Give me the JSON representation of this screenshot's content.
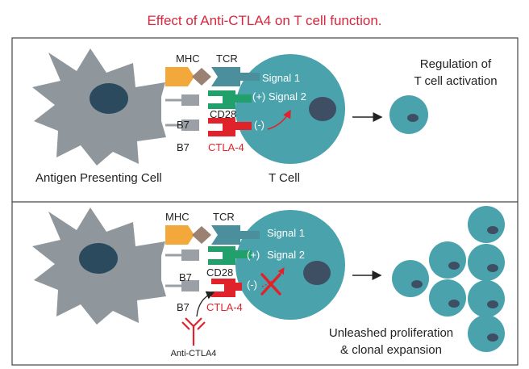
{
  "title": "Effect of Anti-CTLA4 on T cell function.",
  "labels": {
    "mhc": "MHC",
    "tcr": "TCR",
    "b7": "B7",
    "cd28": "CD28",
    "ctla4": "CTLA-4",
    "signal1": "Signal 1",
    "signal2_pos": "(+) Signal 2",
    "plus": "(+)",
    "signal2": "Signal 2",
    "minus": "(-)",
    "antigen_presenting_cell": "Antigen Presenting Cell",
    "t_cell": "T Cell",
    "regulation_line1": "Regulation of",
    "regulation_line2": "T cell activation",
    "unleashed_line1": "Unleashed proliferation",
    "unleashed_line2": "& clonal expansion",
    "anti_ctla4": "Anti-CTLA4"
  },
  "colors": {
    "title": "#d7263d",
    "apc": "#8f969c",
    "apc_nucleus": "#2b4a5e",
    "t_cell": "#4aa3ac",
    "t_cell_nucleus": "#3f4f63",
    "mhc": "#f3a83b",
    "antigen": "#9b8171",
    "tcr": "#4a8f9b",
    "cd28": "#22a06b",
    "ctla4": "#e0232b",
    "b7": "#9aa0a5"
  }
}
